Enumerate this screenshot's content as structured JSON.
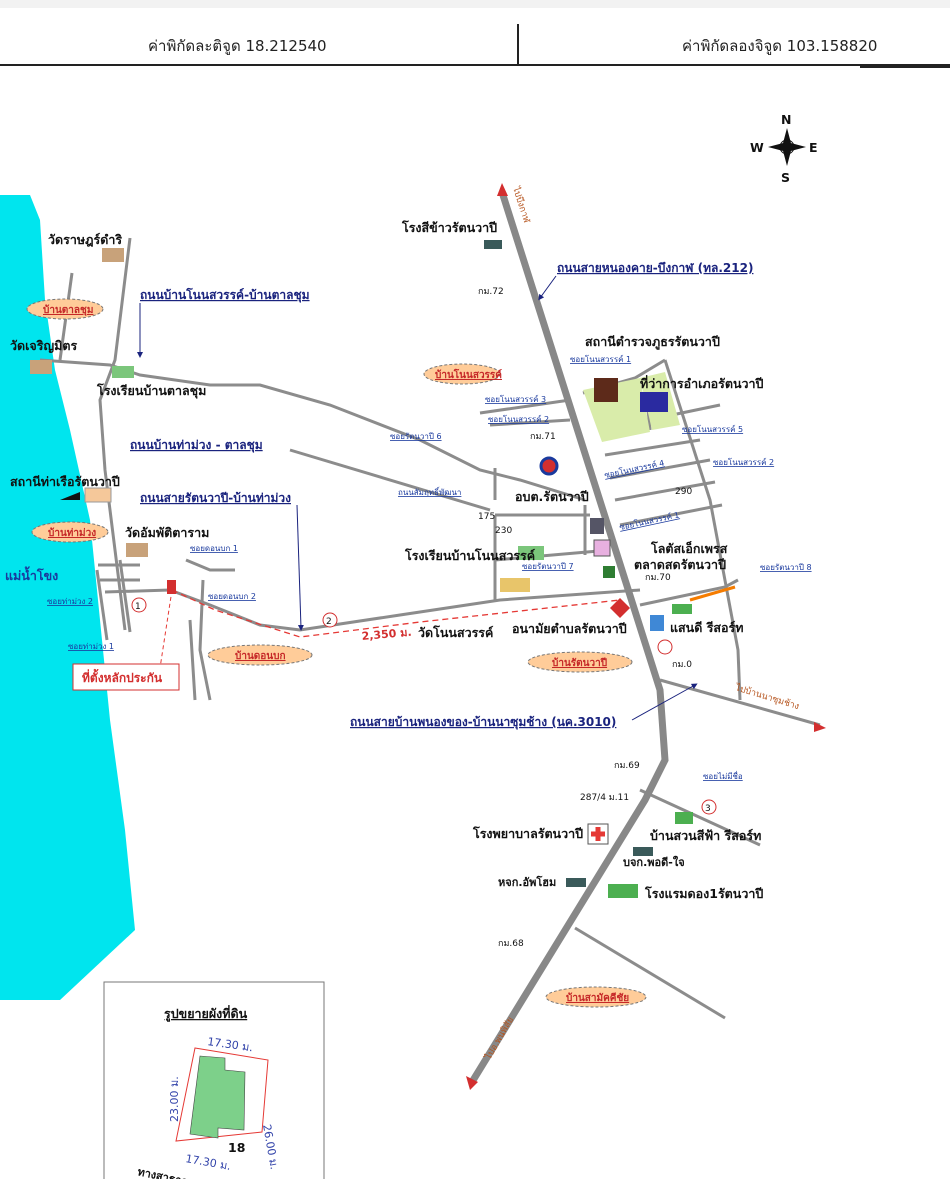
{
  "header": {
    "latitude": "ค่าพิกัดละติจูด 18.212540",
    "longitude": "ค่าพิกัดลองจิจูด 103.158820"
  },
  "compass": {
    "n": "N",
    "s": "S",
    "e": "E",
    "w": "W"
  },
  "colors": {
    "river": "#00e5ee",
    "road": "#8c8c8c",
    "village": "#ffcc99",
    "route": "#e53935",
    "road_label": "#1a237e"
  },
  "roads": {
    "highway": "ถนนสายหนองคาย-บึงกาฬ (ทล.212)",
    "nonsawan_talchum": "ถนนบ้านโนนสวรรค์-บ้านตาลชุม",
    "thamuang_talchum": "ถนนบ้านท่าม่วง - ตาลชุม",
    "rattanawapi_thamuang": "ถนนสายรัตนวาปี-บ้านท่าม่วง",
    "nk3010": "ถนนสายบ้านพนองของ-บ้านนาซุมช้าง (นค.3010)",
    "to_bueng_kan": "ไปบึงกาฬ",
    "to_phon_phisai": "ไปอ.พนพิสัย",
    "to_na_sum_chang": "ไปบ้านนาซุมช้าง",
    "sammrit": "ถนนสัมฤทธิ์พัฒนา"
  },
  "sois": [
    "ซอยโนนสวรรค์ 1",
    "ซอยโนนสวรรค์ 3",
    "ซอยโนนสวรรค์ 2",
    "ซอยโนนสวรรค์ 5",
    "ซอยโนนสวรรค์ 2",
    "ซอยโนนสวรรค์ 4",
    "ซอยโนนสวรรค์ 1",
    "ซอยรัตนวาปี 6",
    "ซอยรัตนวาปี 7",
    "ซอยรัตนวาปี 8",
    "ซอยไม่มีชื่อ",
    "ซอยท่าม่วง 2",
    "ซอยท่าม่วง 1",
    "ซอยดอนบก 1",
    "ซอยดอนบก 2"
  ],
  "villages": [
    "บ้านตาลชุม",
    "บ้านโนนสวรรค์",
    "บ้านท่าม่วง",
    "บ้านดอนบก",
    "บ้านรัตนวาปี",
    "บ้านสามัคคีชัย"
  ],
  "places": {
    "wat_rat": "วัดราษฎร์ดำริ",
    "wat_charoen": "วัดเจริญมิตร",
    "school_talchum": "โรงเรียนบ้านตาลชุม",
    "port": "สถานีท่าเรือรัตนวาปี",
    "wat_ampati": "วัดอัมพัติตาราม",
    "mekong": "แม่น้ำโขง",
    "collateral": "ที่ตั้งหลักประกัน",
    "rice_mill": "โรงสีข้าวรัตนวาปี",
    "police": "สถานีตำรวจภูธรรัตนวาปี",
    "district_office": "ที่ว่าการอำเภอรัตนวาปี",
    "sao": "อบต.รัตนวาปี",
    "school_nonsawan": "โรงเรียนบ้านโนนสวรรค์",
    "lotus": "โลตัสเอ็กเพรส",
    "market": "ตลาดสดรัตนวาปี",
    "wat_nonsawan": "วัดโนนสวรรค์",
    "health": "อนามัยตำบลรัตนวาปี",
    "sandee": "แสนดี รีสอร์ท",
    "hospital": "โรงพยาบาลรัตนวาปี",
    "suan_sifa": "บ้านสวนสีฟ้า รีสอร์ท",
    "podee": "บจก.พอดี-ใจ",
    "uphome": "หจก.อัพโฮม",
    "hotel": "โรงแรมดอง1รัตนวาปี",
    "addr": "287/4 ม.11",
    "n175": "175",
    "n230": "230",
    "n290": "290"
  },
  "km_markers": [
    "กม.72",
    "กม.71",
    "กม.70",
    "กม.0",
    "กม.69",
    "กม.68"
  ],
  "route": {
    "distance": "2,350 ม.",
    "points": [
      "1",
      "2",
      "3"
    ]
  },
  "inset": {
    "title": "รูปขยายผังที่ดิน",
    "top": "17.30 ม.",
    "left": "23.00 ม.",
    "right": "26.00 ม.",
    "bottom": "17.30 ม.",
    "lot": "18",
    "road": "ทางสาธารณะ"
  }
}
